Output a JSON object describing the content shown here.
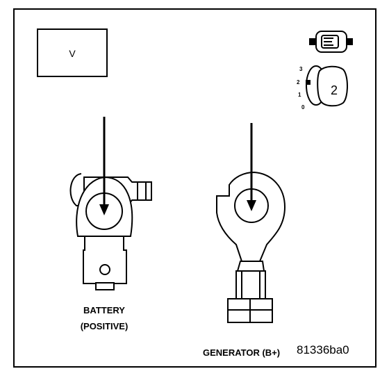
{
  "meter": {
    "display": "V"
  },
  "selector": {
    "positions": [
      "3",
      "2",
      "1",
      "0"
    ],
    "selected": "2"
  },
  "labels": {
    "battery_line1": "BATTERY",
    "battery_line2": "(POSITIVE)",
    "generator": "GENERATOR (B+)",
    "figure_code": "81336ba0"
  }
}
